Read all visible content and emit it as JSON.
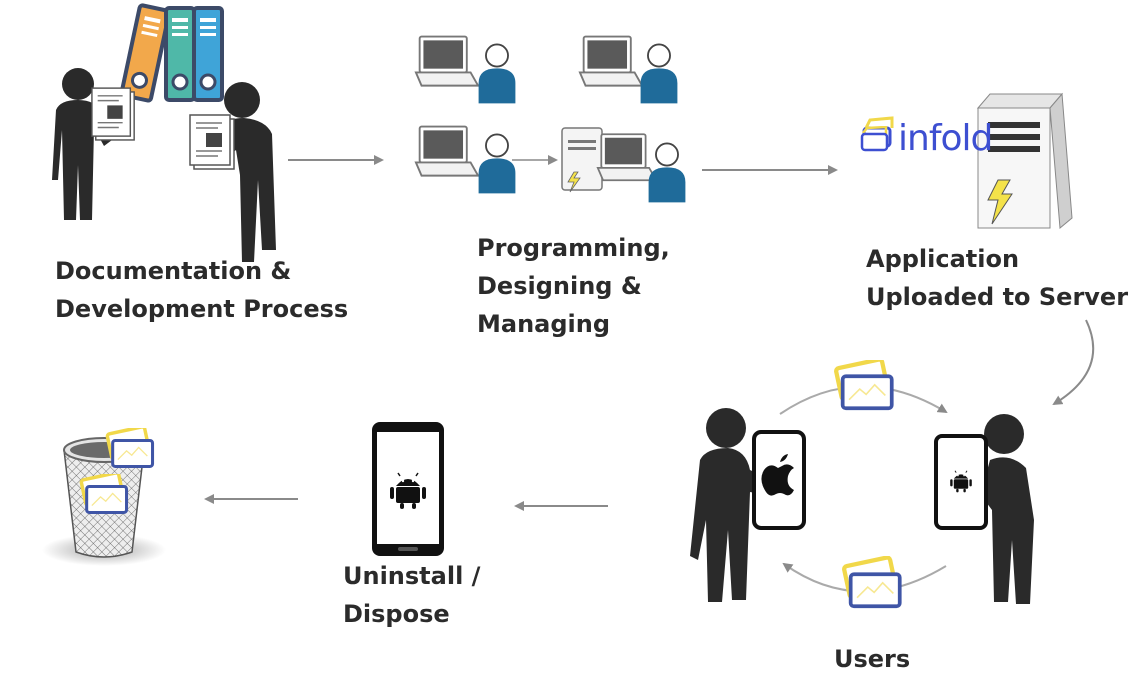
{
  "stages": [
    {
      "id": "documentation",
      "lines": [
        "Documentation &",
        "Development Process"
      ]
    },
    {
      "id": "programming",
      "lines": [
        "Programming,",
        "Designing &",
        "Managing"
      ]
    },
    {
      "id": "server",
      "lines": [
        "Application",
        "Uploaded to Server"
      ]
    },
    {
      "id": "users",
      "lines": [
        "Users"
      ]
    },
    {
      "id": "uninstall",
      "lines": [
        "Uninstall /",
        "Dispose"
      ]
    }
  ],
  "brand": {
    "name": "infold",
    "color": "#3d4fd1"
  },
  "colors": {
    "figure": "#2a2a2a",
    "binder_orange": "#f2a84b",
    "binder_teal": "#4fb8a8",
    "binder_blue": "#3fa4d8",
    "binder_spine": "#3c4a68",
    "person_blue": "#1f6b9a",
    "arrow": "#8a8a8a",
    "lightning": "#f4e24a",
    "card_yellow": "#f1d84a",
    "card_blue": "#3f55a6"
  },
  "icons": [
    "binders-icon",
    "document-icon",
    "person-icon",
    "laptop-icon",
    "server-icon",
    "lightning-icon",
    "smartphone-icon",
    "apple-logo-icon",
    "android-logo-icon",
    "app-card-icon",
    "trash-bin-icon",
    "arrow-icon"
  ]
}
